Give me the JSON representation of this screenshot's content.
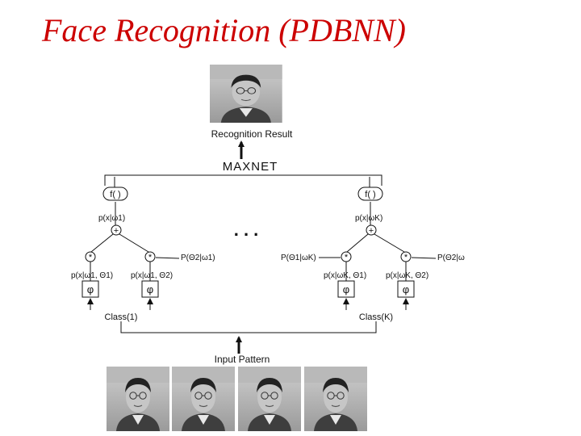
{
  "slide": {
    "title": "Face Recognition (PDBNN)"
  },
  "diagram": {
    "recognition_result": "Recognition Result",
    "maxnet": "MAXNET",
    "input_pattern": "Input Pattern",
    "ellipsis": ". . .",
    "plus_symbol": "+",
    "star_symbol": "*",
    "phi_symbol": "φ",
    "f_label": "f( )",
    "left": {
      "post": "p(x|ω1)",
      "prior": "P(Θ2|ω1)",
      "lik1": "p(x|ω1, Θ1)",
      "lik2": "p(x|ω1, Θ2)",
      "class": "Class(1)"
    },
    "right": {
      "post": "p(x|ωK)",
      "prior1": "P(Θ1|ωK)",
      "prior2": "P(Θ2|ω",
      "lik1": "p(x|ωK, Θ1)",
      "lik2": "p(x|ωK, Θ2)",
      "class": "Class(K)"
    }
  }
}
